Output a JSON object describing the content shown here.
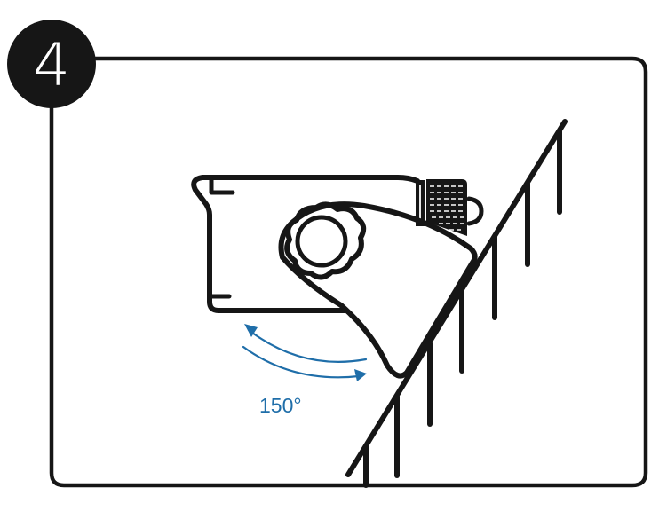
{
  "step": {
    "number": "4",
    "badge_color": "#161616",
    "badge_text_color": "#ffffff"
  },
  "diagram": {
    "description": "Device with star knob clamped to an inclined surface, showing rotation range",
    "rotation_label": "150°",
    "accent_color": "#1f6ea9",
    "line_color": "#161616",
    "icons": [
      "step-number-badge",
      "device-body",
      "star-knob",
      "knurled-cap",
      "rotation-arrows",
      "inclined-surface"
    ]
  }
}
